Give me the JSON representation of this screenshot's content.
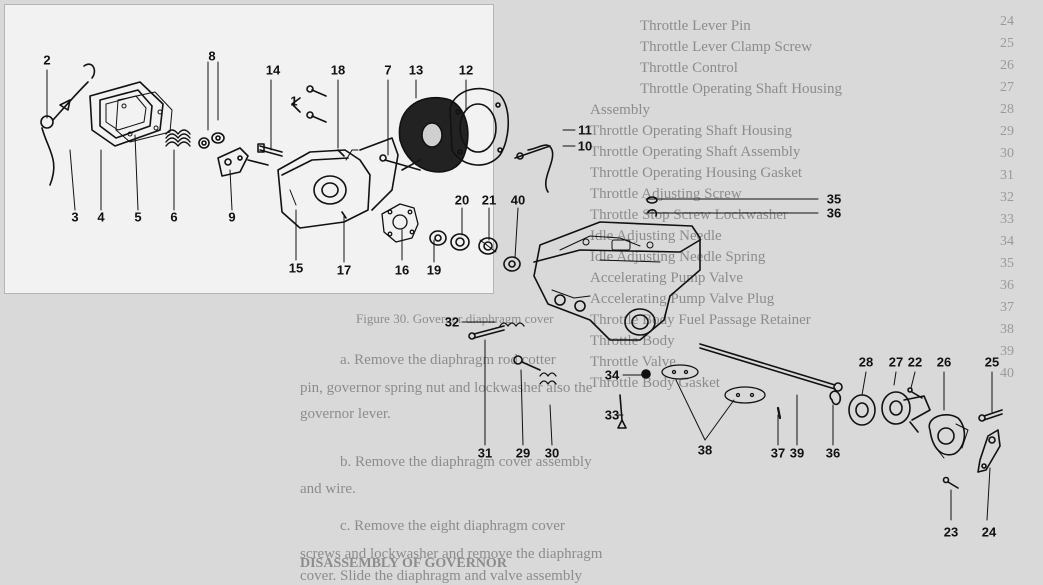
{
  "callouts": [
    {
      "id": "2",
      "label": "2"
    },
    {
      "id": "3",
      "label": "3"
    },
    {
      "id": "4",
      "label": "4"
    },
    {
      "id": "5",
      "label": "5"
    },
    {
      "id": "6",
      "label": "6"
    },
    {
      "id": "8",
      "label": "8"
    },
    {
      "id": "9",
      "label": "9"
    },
    {
      "id": "14",
      "label": "14"
    },
    {
      "id": "1",
      "label": "1"
    },
    {
      "id": "15",
      "label": "15"
    },
    {
      "id": "18",
      "label": "18"
    },
    {
      "id": "17",
      "label": "17"
    },
    {
      "id": "7",
      "label": "7"
    },
    {
      "id": "13",
      "label": "13"
    },
    {
      "id": "12",
      "label": "12"
    },
    {
      "id": "16",
      "label": "16"
    },
    {
      "id": "19",
      "label": "19"
    },
    {
      "id": "20",
      "label": "20"
    },
    {
      "id": "21",
      "label": "21"
    },
    {
      "id": "40",
      "label": "40"
    },
    {
      "id": "11",
      "label": "11"
    },
    {
      "id": "10",
      "label": "10"
    },
    {
      "id": "35",
      "label": "35"
    },
    {
      "id": "36a",
      "label": "36"
    },
    {
      "id": "32",
      "label": "32"
    },
    {
      "id": "31",
      "label": "31"
    },
    {
      "id": "29",
      "label": "29"
    },
    {
      "id": "30",
      "label": "30"
    },
    {
      "id": "34",
      "label": "34"
    },
    {
      "id": "33",
      "label": "33"
    },
    {
      "id": "38",
      "label": "38"
    },
    {
      "id": "37",
      "label": "37"
    },
    {
      "id": "39",
      "label": "39"
    },
    {
      "id": "36b",
      "label": "36"
    },
    {
      "id": "28",
      "label": "28"
    },
    {
      "id": "27",
      "label": "27"
    },
    {
      "id": "22",
      "label": "22"
    },
    {
      "id": "26",
      "label": "26"
    },
    {
      "id": "25",
      "label": "25"
    },
    {
      "id": "23",
      "label": "23"
    },
    {
      "id": "24",
      "label": "24"
    }
  ],
  "background_text": {
    "right_list": [
      "Throttle Lever Pin",
      "Throttle Lever Clamp Screw",
      "Throttle Control",
      "Throttle Operating Shaft Housing",
      "Assembly",
      "Throttle Operating Shaft Housing",
      "Throttle Operating Shaft Assembly",
      "Throttle Operating Housing Gasket",
      "Throttle Adjusting Screw",
      "Throttle Stop Screw Lockwasher",
      "Idle Adjusting Needle",
      "Idle Adjusting Needle Spring",
      "Accelerating Pump Valve",
      "Accelerating Pump Valve Plug",
      "Throttle Body Fuel Passage Retainer",
      "Throttle Body",
      "Throttle Valve",
      "Throttle Body Gasket"
    ],
    "right_numbers": [
      "24",
      "25",
      "26",
      "27",
      "28",
      "29",
      "30",
      "31",
      "32",
      "33",
      "34",
      "35",
      "36",
      "37",
      "38",
      "39",
      "40"
    ],
    "figure_caption": "Figure 30. Governor diaphragm cover",
    "body_lines": [
      "a.  Remove the diaphragm rod cotter",
      "pin, governor spring nut and lockwasher also the",
      "governor lever.",
      "b.  Remove the diaphragm cover assembly",
      "and wire.",
      "c.  Remove the eight diaphragm cover",
      "screws and lockwasher and remove the diaphragm",
      "cover. Slide the diaphragm and valve assembly"
    ],
    "section_heading": "DISASSEMBLY OF GOVERNOR"
  }
}
